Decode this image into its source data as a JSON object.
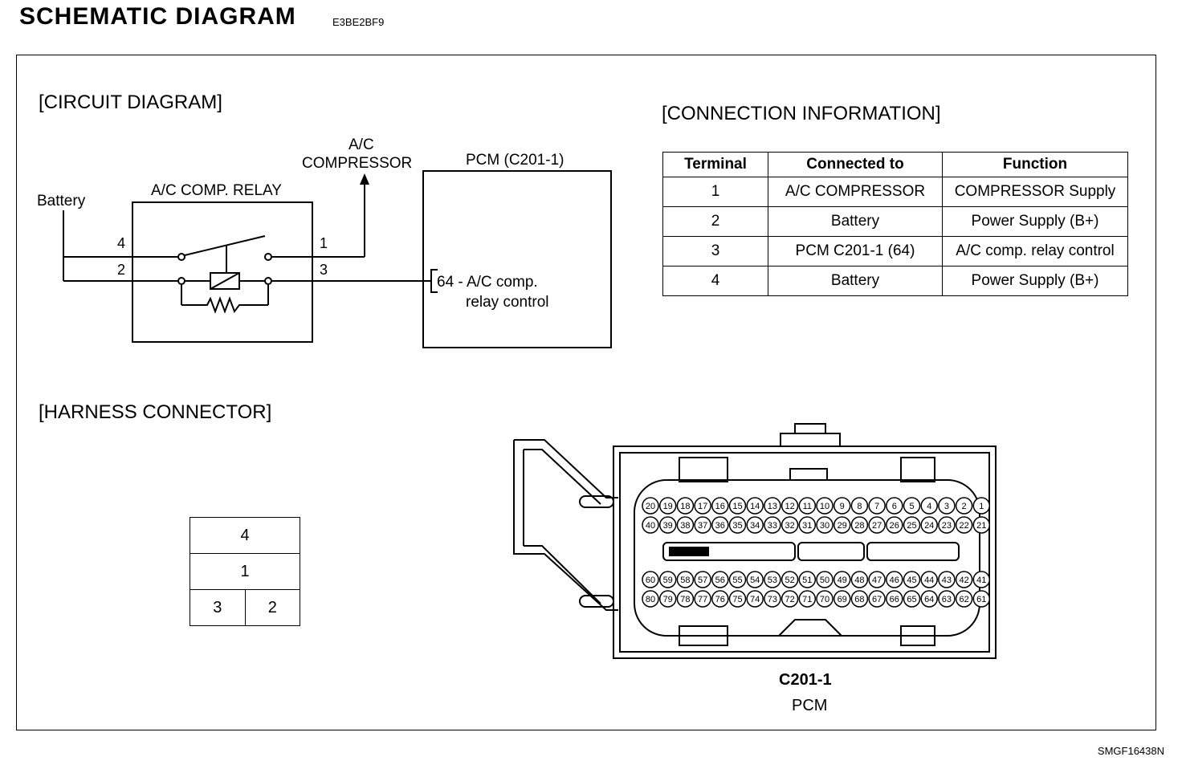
{
  "header": {
    "title": "SCHEMATIC DIAGRAM",
    "code": "E3BE2BF9"
  },
  "sections": {
    "circuit": "[CIRCUIT DIAGRAM]",
    "connection": "[CONNECTION INFORMATION]",
    "harness": "[HARNESS CONNECTOR]"
  },
  "circuit": {
    "battery": "Battery",
    "relay": "A/C COMP. RELAY",
    "compressor_line1": "A/C",
    "compressor_line2": "COMPRESSOR",
    "pcm": "PCM (C201-1)",
    "pcm_pin_line1": "64 - A/C comp.",
    "pcm_pin_line2": "relay control",
    "pin4": "4",
    "pin2": "2",
    "pin1": "1",
    "pin3": "3"
  },
  "connection_table": {
    "headers": [
      "Terminal",
      "Connected to",
      "Function"
    ],
    "rows": [
      [
        "1",
        "A/C COMPRESSOR",
        "COMPRESSOR Supply"
      ],
      [
        "2",
        "Battery",
        "Power Supply (B+)"
      ],
      [
        "3",
        "PCM C201-1 (64)",
        "A/C comp. relay control"
      ],
      [
        "4",
        "Battery",
        "Power Supply (B+)"
      ]
    ]
  },
  "relay_connector": {
    "r1": "4",
    "r2": "1",
    "r3a": "3",
    "r3b": "2"
  },
  "pcm_connector": {
    "name": "C201-1",
    "sub": "PCM",
    "row1": [
      "20",
      "19",
      "18",
      "17",
      "16",
      "15",
      "14",
      "13",
      "12",
      "11",
      "10",
      "9",
      "8",
      "7",
      "6",
      "5",
      "4",
      "3",
      "2",
      "1"
    ],
    "row2": [
      "40",
      "39",
      "38",
      "37",
      "36",
      "35",
      "34",
      "33",
      "32",
      "31",
      "30",
      "29",
      "28",
      "27",
      "26",
      "25",
      "24",
      "23",
      "22",
      "21"
    ],
    "row3": [
      "60",
      "59",
      "58",
      "57",
      "56",
      "55",
      "54",
      "53",
      "52",
      "51",
      "50",
      "49",
      "48",
      "47",
      "46",
      "45",
      "44",
      "43",
      "42",
      "41"
    ],
    "row4": [
      "80",
      "79",
      "78",
      "77",
      "76",
      "75",
      "74",
      "73",
      "72",
      "71",
      "70",
      "69",
      "68",
      "67",
      "66",
      "65",
      "64",
      "63",
      "62",
      "61"
    ]
  },
  "footer": {
    "code": "SMGF16438N"
  }
}
